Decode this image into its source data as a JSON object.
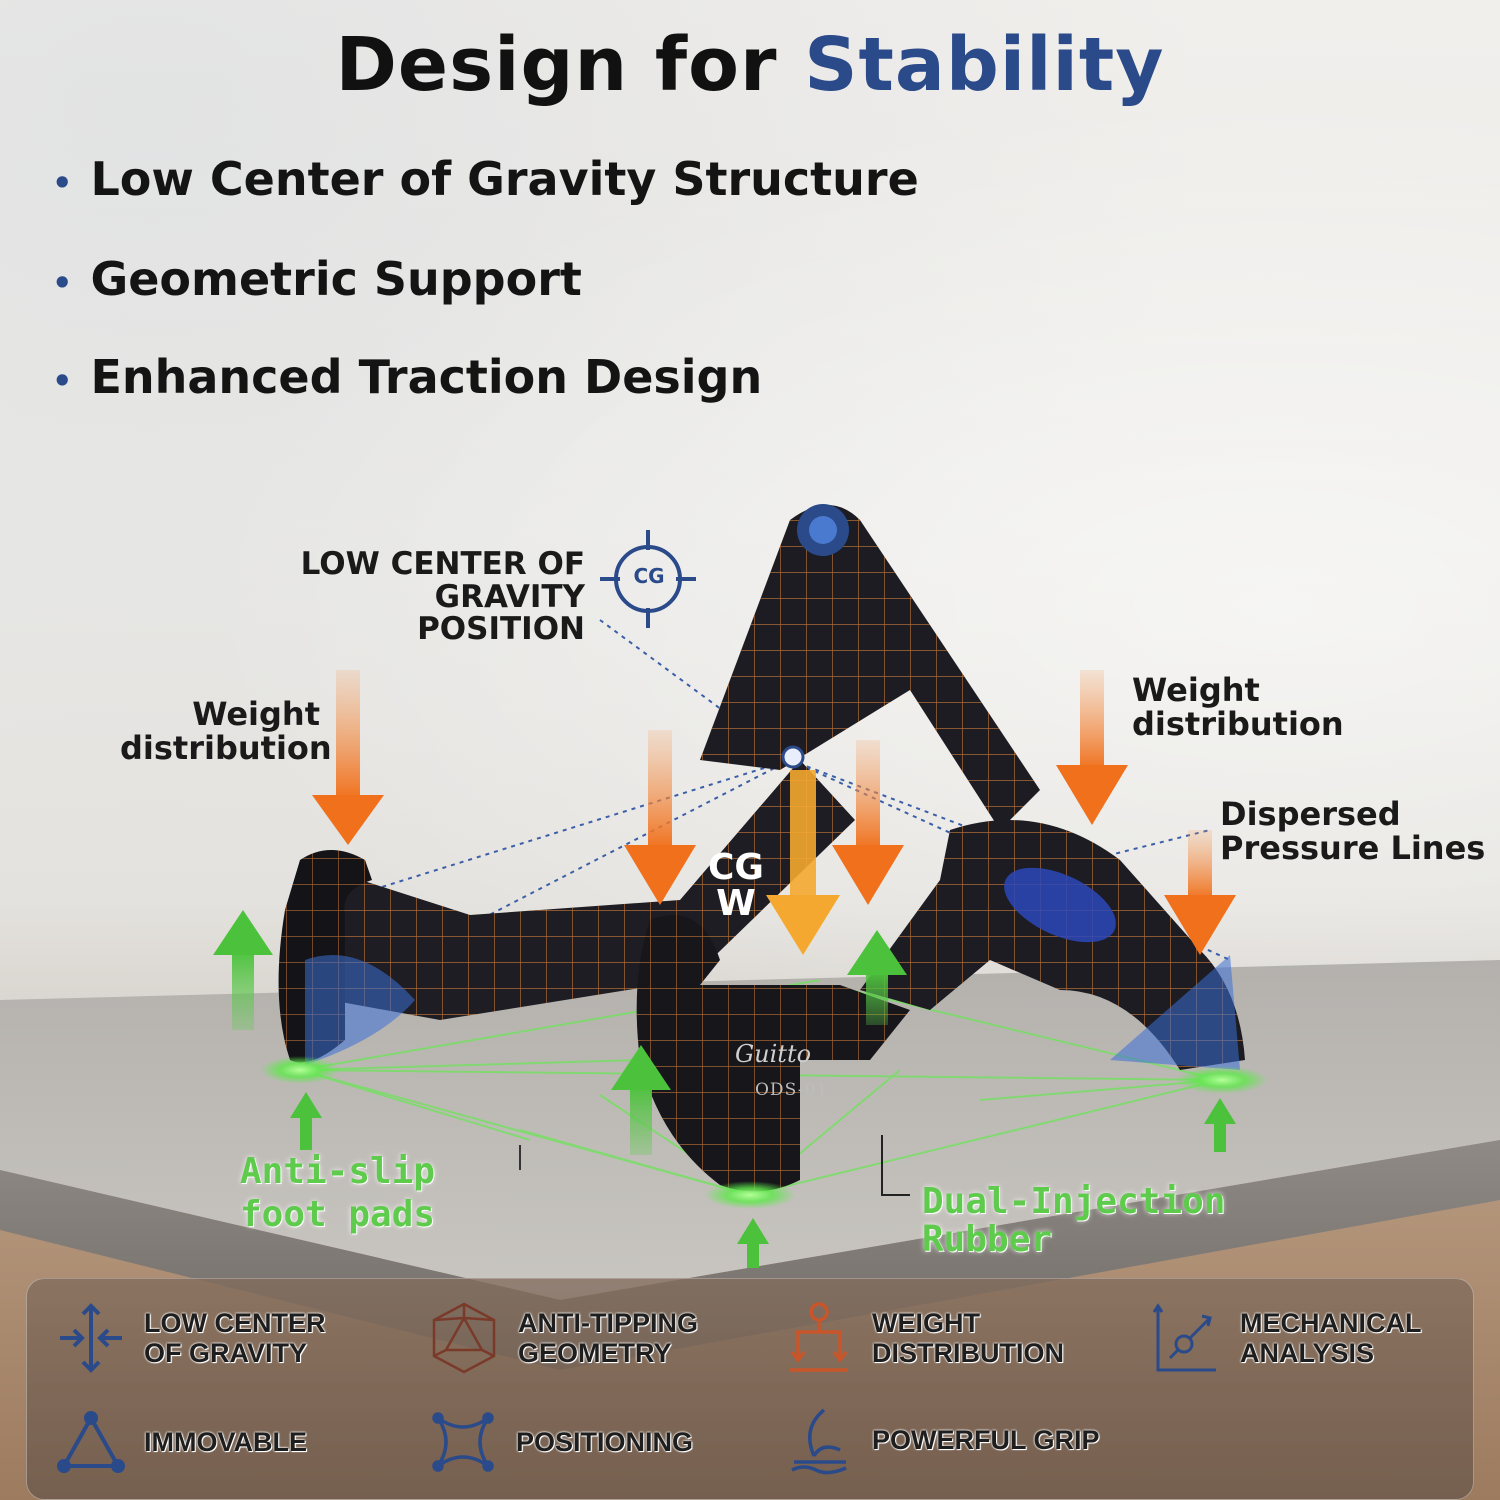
{
  "title": {
    "prefix": "Design for",
    "accent": "Stability"
  },
  "bullets": [
    "Low Center of Gravity Structure",
    "Geometric Support",
    "Enhanced Traction Design"
  ],
  "diagram": {
    "cg_label_line1": "LOW CENTER OF",
    "cg_label_line2": "GRAVITY POSITION",
    "cg_badge": "CG",
    "weight_left_line1": "Weight",
    "weight_left_line2": "distribution",
    "weight_right_line1": "Weight",
    "weight_right_line2": "distribution",
    "dispersed_line1": "Dispersed",
    "dispersed_line2": "Pressure Lines",
    "cgw_line1": "CG",
    "cgw_line2": "W",
    "antislip_line1": "Anti-slip",
    "antislip_line2": "foot pads",
    "rubber_line1": "Dual-Injection",
    "rubber_line2": "Rubber",
    "brand": "Guitto",
    "model": "ODS-01"
  },
  "features": [
    {
      "label": "LOW CENTER\nOF GRAVITY",
      "icon": "arrows-center-icon"
    },
    {
      "label": "ANTI-TIPPING\nGEOMETRY",
      "icon": "geometry-icon"
    },
    {
      "label": "WEIGHT\nDISTRIBUTION",
      "icon": "scale-icon"
    },
    {
      "label": "MECHANICAL\nANALYSIS",
      "icon": "analysis-icon"
    },
    {
      "label": "IMMOVABLE",
      "icon": "triangle-icon"
    },
    {
      "label": "POSITIONING",
      "icon": "positioning-icon"
    },
    {
      "label": "POWERFUL GRIP",
      "icon": "grip-icon"
    }
  ],
  "colors": {
    "accent_blue": "#2a4a8a",
    "arrow_orange": "#f07a28",
    "arrow_green": "#5ecb4d",
    "stand_body": "#1c1c22"
  }
}
